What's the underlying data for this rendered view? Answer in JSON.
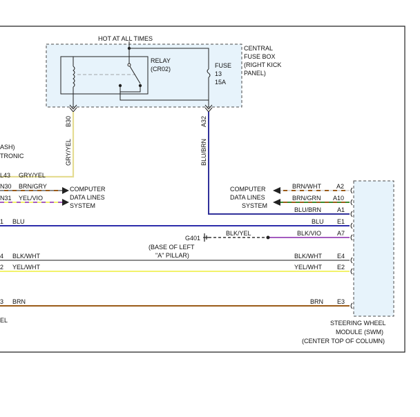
{
  "colors": {
    "frame": "#222222",
    "grey": "#8c8c8c",
    "gry_yel": "#e5dc92",
    "blu": "#2c2cab",
    "blu_brn": "#30309a",
    "brn": "#9a5a17",
    "yel": "#f2f26a",
    "vio": "#a45bbf",
    "grn": "#3b8a2b",
    "dark": "#333333",
    "box_fill": "#e7f3fb",
    "box_dash": "#4a4a4a"
  },
  "fuse_box": {
    "hot_label": "HOT AT ALL TIMES",
    "name_lines": [
      "CENTRAL",
      "FUSE BOX",
      "(RIGHT KICK",
      "PANEL)"
    ],
    "relay_label": "RELAY",
    "relay_id": "(CR02)",
    "fuse_label": "FUSE",
    "fuse_number": "13",
    "fuse_rating": "15A"
  },
  "vertical_wires": {
    "left_pin": "B30",
    "left_color": "GRY/YEL",
    "right_pin": "A32",
    "right_color": "BLU/BRN"
  },
  "left_module": {
    "label_lines": [
      "ASH)",
      "TRONIC"
    ],
    "bottom_fragment": "EL"
  },
  "left_rows": [
    {
      "pin": "L43",
      "color": "GRY/YEL"
    },
    {
      "pin": "N30",
      "color": "BRN/GRY"
    },
    {
      "pin": "N31",
      "color": "YEL/VIO"
    },
    {
      "pin": "1",
      "color": "BLU"
    },
    {
      "pin": "4",
      "color": "BLK/WHT"
    },
    {
      "pin": "2",
      "color": "YEL/WHT"
    },
    {
      "pin": "3",
      "color": "BRN"
    }
  ],
  "computer_data_left": [
    "COMPUTER",
    "DATA LINES",
    "SYSTEM"
  ],
  "computer_data_right": [
    "COMPUTER",
    "DATA LINES",
    "SYSTEM"
  ],
  "right_rows": [
    {
      "pin": "A2",
      "color": "BRN/WHT"
    },
    {
      "pin": "A10",
      "color": "BRN/GRN"
    },
    {
      "pin": "A1",
      "color": "BLU/BRN"
    },
    {
      "pin": "E1",
      "color": "BLU"
    },
    {
      "pin": "A7",
      "color": "BLK/VIO"
    },
    {
      "pin": "E4",
      "color": "BLK/WHT"
    },
    {
      "pin": "E2",
      "color": "YEL/WHT"
    },
    {
      "pin": "E3",
      "color": "BRN"
    }
  ],
  "ground": {
    "id": "G401",
    "wire_color": "BLK/YEL",
    "location_lines": [
      "(BASE OF LEFT",
      "\"A\" PILLAR)"
    ]
  },
  "swm": {
    "label_lines": [
      "STEERING WHEEL",
      "MODULE (SWM)",
      "(CENTER TOP OF COLUMN)"
    ]
  }
}
